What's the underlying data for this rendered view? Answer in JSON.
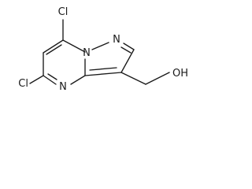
{
  "molecule": {
    "atoms": {
      "cl_top": "Cl",
      "cl_left": "Cl",
      "n_bridge": "N",
      "n_pyrazole": "N",
      "n_pyrimidine": "N",
      "hydroxyl": "OH"
    }
  }
}
